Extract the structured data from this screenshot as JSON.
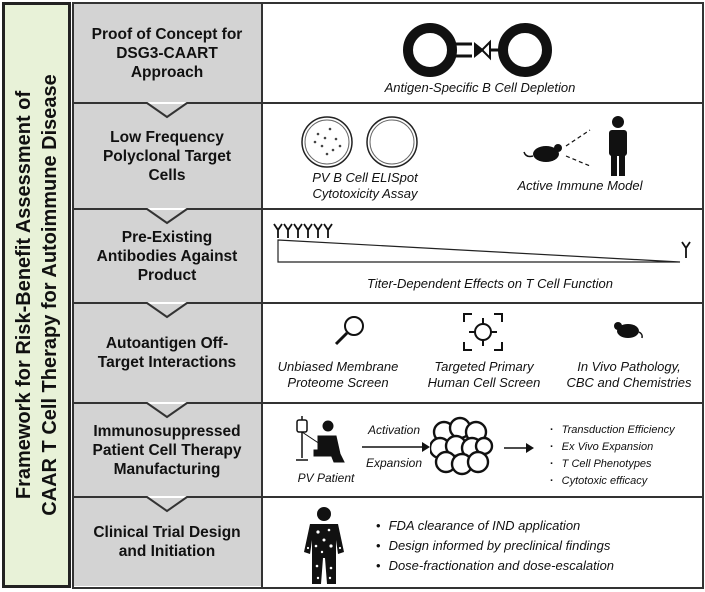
{
  "sidebar": {
    "title_line1": "Framework for Risk-Benefit Assessment of",
    "title_line2": "CAAR T Cell Therapy for Autoimmune Disease"
  },
  "rows": [
    {
      "label": "Proof of Concept for\nDSG3-CAART\nApproach",
      "caption": "Antigen-Specific B Cell Depletion",
      "icon": "cell-binding-icon"
    },
    {
      "label": "Low Frequency\nPolyclonal Target\nCells",
      "caption_left": "PV B Cell ELISpot\nCytotoxicity Assay",
      "caption_right": "Active Immune Model",
      "icons": [
        "elispot-well-icon",
        "empty-well-icon",
        "mouse-icon",
        "person-icon"
      ]
    },
    {
      "label": "Pre-Existing\nAntibodies Against\nProduct",
      "caption": "Titer-Dependent Effects on T Cell Function",
      "icons": [
        "antibody-icon",
        "titer-gradient-icon"
      ]
    },
    {
      "label": "Autoantigen Off-\nTarget Interactions",
      "captions": [
        "Unbiased Membrane\nProteome Screen",
        "Targeted Primary\nHuman Cell Screen",
        "In Vivo Pathology,\nCBC and Chemistries"
      ],
      "icons": [
        "magnifier-icon",
        "target-icon",
        "mouse-icon"
      ]
    },
    {
      "label": "Immunosuppressed\nPatient Cell Therapy\nManufacturing",
      "patient_label": "PV Patient",
      "arrow_top": "Activation",
      "arrow_bottom": "Expansion",
      "bullets": [
        "Transduction Efficiency",
        "Ex Vivo Expansion",
        "T Cell Phenotypes",
        "Cytotoxic efficacy"
      ],
      "icons": [
        "patient-infusion-icon",
        "cell-cluster-icon",
        "arrow-icon"
      ]
    },
    {
      "label": "Clinical Trial Design\nand Initiation",
      "bullets": [
        "FDA clearance of IND application",
        "Design informed by preclinical findings",
        "Dose-fractionation and dose-escalation"
      ],
      "icons": [
        "patient-body-icon"
      ]
    }
  ],
  "colors": {
    "sidebar_bg": "#e8f2d8",
    "label_bg": "#d3d3d3",
    "line": "#333333"
  }
}
